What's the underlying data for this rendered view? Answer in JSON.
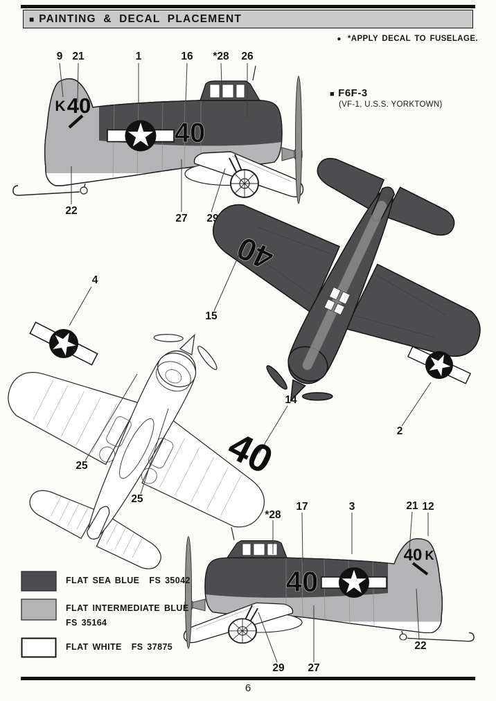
{
  "header": {
    "marker": "■",
    "title": "PAINTING & DECAL PLACEMENT"
  },
  "note": {
    "bullet": "●",
    "text": "*APPLY DECAL TO FUSELAGE."
  },
  "subject": {
    "marker": "■",
    "name": "F6F-3",
    "unit": "(VF-1, U.S.S. YORKTOWN)"
  },
  "markings": {
    "fuselage_number": "40",
    "wing_number": "40",
    "tail_number": "40",
    "tail_letter": "K"
  },
  "callouts": {
    "n1": "1",
    "n2": "2",
    "n3": "3",
    "n4": "4",
    "n9": "9",
    "n12": "12",
    "n14": "14",
    "n15": "15",
    "n16": "16",
    "n17": "17",
    "n21": "21",
    "n22": "22",
    "n25": "25",
    "n26": "26",
    "n27": "27",
    "n28": "*28",
    "n29": "29"
  },
  "legend": {
    "items": [
      {
        "name": "FLAT SEA BLUE",
        "code": "FS 35042",
        "color": "#4d4d50"
      },
      {
        "name": "FLAT INTERMEDIATE BLUE",
        "code": "FS 35164",
        "color": "#b4b4b6"
      },
      {
        "name": "FLAT WHITE",
        "code": "FS 37875",
        "color": "#ffffff"
      }
    ]
  },
  "footer": {
    "page_number": "6"
  },
  "colors": {
    "flat_sea_blue": "#4d4d50",
    "flat_intermediate_blue": "#b4b4b6",
    "flat_white": "#ffffff",
    "paper": "#fbfbf8",
    "titlebar_bg": "#cbcbcb",
    "ink": "#161616"
  }
}
